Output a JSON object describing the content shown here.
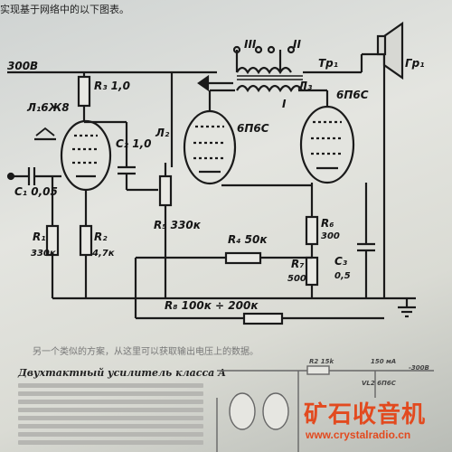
{
  "caption_top": "实现基于网络中的以下图表。",
  "caption_mid": "另一个类似的方案，从这里可以获取输出电压上的数据。",
  "lower_section_title": "Двухтактный усилитель класса А",
  "labels": {
    "supply": "300В",
    "tube1": "Л₁6Ж8",
    "tube2": "Л₂",
    "tube2_type": "6П6С",
    "tube3": "Л₃",
    "tube3_type": "6П6С",
    "r3": "R₃ 1,0",
    "c2": "C₂ 1,0",
    "c1": "C₁ 0,05",
    "r1": "R₁",
    "r1_val": "330к",
    "r2": "R₂",
    "r2_val": "4,7к",
    "r5": "R₅ 330к",
    "r4": "R₄ 50к",
    "r6": "R₆",
    "r6_val": "300",
    "r7": "R₇",
    "r7_val": "500",
    "c3": "C₃",
    "c3_val": "0,5",
    "r8": "R₈ 100к ÷ 200к",
    "tr1": "Тр₁",
    "gr1": "Гр₁",
    "winding1": "I",
    "winding2": "II",
    "winding3": "III"
  },
  "watermark": {
    "title": "矿石收音机",
    "url": "www.crystalradio.cn",
    "color": "#e24a1f"
  },
  "lower_schematic_labels": {
    "r2": "R2 15k",
    "c1": "150 мА",
    "out": "-300В",
    "vl": "VL2 6П6С"
  }
}
